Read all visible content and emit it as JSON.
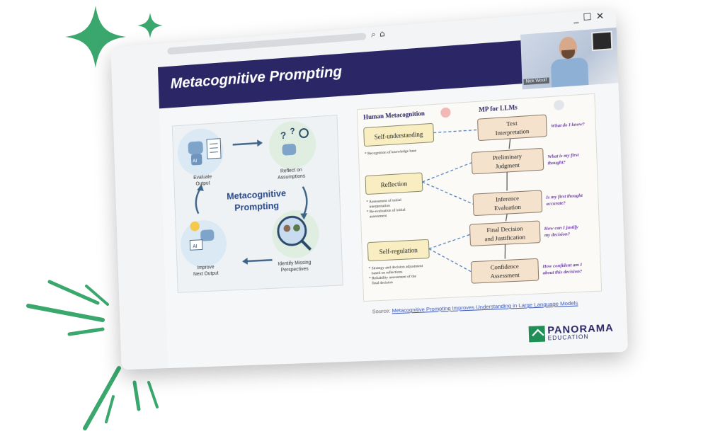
{
  "window": {
    "controls": {
      "minimize": "_",
      "maximize": "☐",
      "close": "✕"
    },
    "search_icon": "⌕",
    "home_icon": "⌂"
  },
  "slide": {
    "title": "Metacognitive Prompting",
    "presenter_name": "Nick Woolf",
    "left_diagram": {
      "center_title_line1": "Metacognitive",
      "center_title_line2": "Prompting",
      "steps": [
        {
          "line1": "Evaluate",
          "line2": "Output"
        },
        {
          "line1": "Reflect on",
          "line2": "Assumptions"
        },
        {
          "line1": "Identify Missing",
          "line2": "Perspectives"
        },
        {
          "line1": "Improve",
          "line2": "Next Output"
        }
      ],
      "ai_label": "AI"
    },
    "right_diagram": {
      "human_header": "Human Metacognition",
      "mp_header": "MP for LLMs",
      "human_boxes": [
        {
          "label": "Self-understanding",
          "notes": [
            "* Recognition of knowledge base"
          ]
        },
        {
          "label": "Reflection",
          "notes": [
            "* Assessment of initial",
            "interpretation",
            "* Re-evaluation of initial",
            "assessment"
          ]
        },
        {
          "label": "Self-regulation",
          "notes": [
            "* Strategy and decision adjustment",
            "based on reflections",
            "* Reliability assessment of the",
            "final decision"
          ]
        }
      ],
      "mp_boxes": [
        {
          "line1": "Text",
          "line2": "Interpretation"
        },
        {
          "line1": "Preliminary",
          "line2": "Judgment"
        },
        {
          "line1": "Inference",
          "line2": "Evaluation"
        },
        {
          "line1": "Final Decision",
          "line2": "and Justification"
        },
        {
          "line1": "Confidence",
          "line2": "Assessment"
        }
      ],
      "questions": [
        {
          "line1": "What do I know?",
          "line2": ""
        },
        {
          "line1": "What is my first",
          "line2": "thought?"
        },
        {
          "line1": "Is my first thought",
          "line2": "accurate?"
        },
        {
          "line1": "How can I justify",
          "line2": "my decision?"
        },
        {
          "line1": "How confident am I",
          "line2": "about this decision?"
        }
      ]
    },
    "source_label": "Source:",
    "source_link": "Metacognitive Prompting Improves Understanding in Large Language Models",
    "logo_line1": "PANORAMA",
    "logo_line2": "EDUCATION"
  },
  "colors": {
    "banner": "#2b2766",
    "sparkle": "#3aa76d",
    "human_box": "#f8eec2",
    "mp_box": "#f4e2cc",
    "question_text": "#6a3aa0"
  }
}
